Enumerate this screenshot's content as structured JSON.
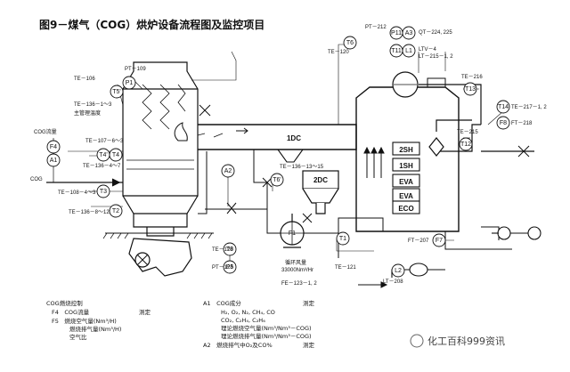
{
  "title": "图9－煤气（COG）烘炉设备流程图及监控项目",
  "instruments": {
    "T5": "T5'",
    "P1": "P1",
    "T6": "T6",
    "P11": "P11",
    "A3": "A3",
    "T11": "T11",
    "L1": "L1",
    "T13": "T13",
    "T14": "T14",
    "F8": "F8",
    "T12": "T12",
    "F4": "F4",
    "A1": "A1",
    "T4p": "T4'",
    "T4": "T4",
    "T3": "T3",
    "T2": "T2",
    "A2": "A2",
    "T6p": "T6'",
    "T8": "T8",
    "P5": "P5",
    "F1": "F1",
    "T1": "T1",
    "F7": "F7",
    "L2": "L2"
  },
  "equipment": {
    "dc1": "1DC",
    "dc2": "2DC",
    "sh2": "2SH",
    "sh1": "1SH",
    "eva1": "EVA",
    "eva2": "EVA",
    "eco": "ECO"
  },
  "labels": {
    "pt109": "PT－109",
    "te106": "TE－106",
    "te136a": "TE－136－1～3",
    "main_temp": "主管理温度",
    "cog_flow": "COG流量",
    "te107": "TE－107－6～3",
    "te136b": "TE－136－4～7",
    "cog": "COG",
    "te108": "TE－108－4～3",
    "te136c": "TE－136－8～12",
    "te120": "TE－120",
    "pt212": "PT－212",
    "qt": "QT－224, 225",
    "ltv": "LTV－4",
    "lt215": "LT－215－1, 2",
    "te216": "TE－216",
    "te217": "TE－217－1, 2",
    "ft218": "FT－218",
    "te215": "TE－215",
    "te136d": "TE－136－13～15",
    "te129": "TE－129",
    "pt128": "PT－128",
    "circ_air": "循环风量",
    "circ_val": "33000Nm³/Hr",
    "fe123": "FE－123－1, 2",
    "te121": "TE－121",
    "ft207": "FT－207",
    "lt208": "LT－208"
  },
  "legend": {
    "heading": "COG燃烧控制",
    "f4": "F4　COG流量",
    "f4_tag": "测定",
    "f5": "F5　燃烧空气量(Nm³/H)",
    "f5b": "燃烧排气量(Nm³/H)",
    "f5c": "空气比",
    "a1": "A1　COG成分",
    "a1_tag": "测定",
    "a1b": "H₂, O₂, N₂, CH₄, CO",
    "a1c": "CO₂, C₂H₄, C₂H₆",
    "a1d": "理论燃烧空气量(Nm³/Nm³－COG)",
    "a1e": "理论燃烧排气量(Nm³/Nm³－COG)",
    "a2": "A2　燃烧排气中O₂及CO%",
    "a2_tag": "测定"
  },
  "watermark": "化工百科999资讯"
}
